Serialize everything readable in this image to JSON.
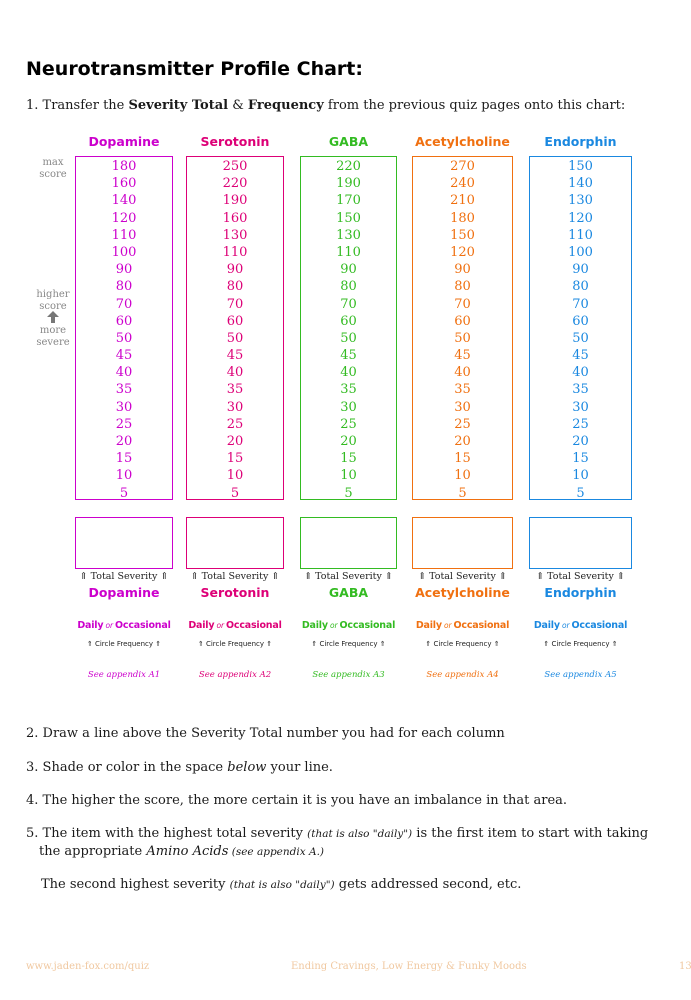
{
  "title": "Neurotransmitter Profile Chart:",
  "intro": {
    "prefix": "1. Transfer the ",
    "severity": "Severity Total",
    "amp": " & ",
    "frequency": "Frequency",
    "suffix": " from the previous quiz pages onto this chart:"
  },
  "side": {
    "max": "max",
    "score": "score",
    "higher": "higher",
    "score2": "score",
    "more": "more",
    "severe": "severe"
  },
  "labels": {
    "total_severity": "⇑ Total  Severity ⇑",
    "daily": "Daily",
    "or": " or ",
    "occasional": "Occasional",
    "circle_frequency": "⇑ Circle Frequency ⇑"
  },
  "columns": [
    {
      "name": "Dopamine",
      "color": "#cc00cc",
      "scores": [
        "180",
        "160",
        "140",
        "120",
        "110",
        "100",
        "90",
        "80",
        "70",
        "60",
        "50",
        "45",
        "40",
        "35",
        "30",
        "25",
        "20",
        "15",
        "10",
        "5"
      ],
      "appendix": "See appendix A1"
    },
    {
      "name": "Serotonin",
      "color": "#dd0077",
      "scores": [
        "250",
        "220",
        "190",
        "160",
        "130",
        "110",
        "90",
        "80",
        "70",
        "60",
        "50",
        "45",
        "40",
        "35",
        "30",
        "25",
        "20",
        "15",
        "10",
        "5"
      ],
      "appendix": "See appendix A2"
    },
    {
      "name": "GABA",
      "color": "#33bb22",
      "scores": [
        "220",
        "190",
        "170",
        "150",
        "130",
        "110",
        "90",
        "80",
        "70",
        "60",
        "50",
        "45",
        "40",
        "35",
        "30",
        "25",
        "20",
        "15",
        "10",
        "5"
      ],
      "appendix": "See appendix A3"
    },
    {
      "name": "Acetylcholine",
      "color": "#f07010",
      "scores": [
        "270",
        "240",
        "210",
        "180",
        "150",
        "120",
        "90",
        "80",
        "70",
        "60",
        "50",
        "45",
        "40",
        "35",
        "30",
        "25",
        "20",
        "15",
        "10",
        "5"
      ],
      "appendix": "See appendix A4"
    },
    {
      "name": "Endorphin",
      "color": "#1a88e0",
      "scores": [
        "150",
        "140",
        "130",
        "120",
        "110",
        "100",
        "90",
        "80",
        "70",
        "60",
        "50",
        "45",
        "40",
        "35",
        "30",
        "25",
        "20",
        "15",
        "10",
        "5"
      ],
      "appendix": "See appendix A5"
    }
  ],
  "steps": {
    "s2": "2. Draw a line above the Severity Total number you had for each column",
    "s3_a": "3. Shade or color in the space ",
    "s3_b": "below",
    "s3_c": " your line.",
    "s4": "4. The higher the score, the more certain it is you have an imbalance in that area.",
    "s5_a": "5. The item with the highest total severity ",
    "s5_note": "(that is also \"daily\")",
    "s5_b": " is the first item to start with taking",
    "s5_c": "the appropriate ",
    "s5_d": "Amino Acids",
    "s5_e": " (see appendix A.)",
    "s6_a": "The second highest severity ",
    "s6_note": "(that is also \"daily\")",
    "s6_b": " gets addressed second, etc."
  },
  "footer": {
    "url": "www.jaden-fox.com/quiz",
    "book": "Ending Cravings, Low Energy & Funky Moods",
    "page": "13"
  }
}
